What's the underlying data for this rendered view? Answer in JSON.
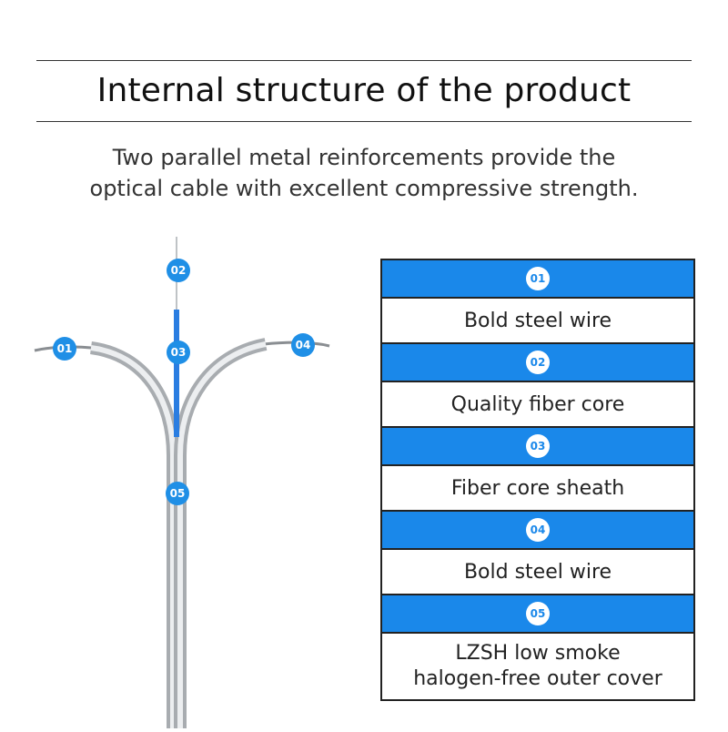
{
  "header": {
    "title": "Internal structure of the product",
    "subtitle_line1": "Two parallel metal reinforcements provide the",
    "subtitle_line2": "optical cable with excellent compressive strength."
  },
  "diagram": {
    "labels": [
      "01",
      "02",
      "03",
      "04",
      "05"
    ]
  },
  "table": {
    "rows": [
      {
        "num": "01",
        "text": "Bold steel wire"
      },
      {
        "num": "02",
        "text": "Quality fiber core"
      },
      {
        "num": "03",
        "text": "Fiber core sheath"
      },
      {
        "num": "04",
        "text": "Bold steel wire"
      },
      {
        "num": "05",
        "text_line1": "LZSH low smoke",
        "text_line2": "halogen-free outer cover"
      }
    ]
  },
  "colors": {
    "accent_blue": "#1a88ea",
    "fiber_blue": "#2a7de1",
    "wire_gray": "#b9bcc0"
  }
}
